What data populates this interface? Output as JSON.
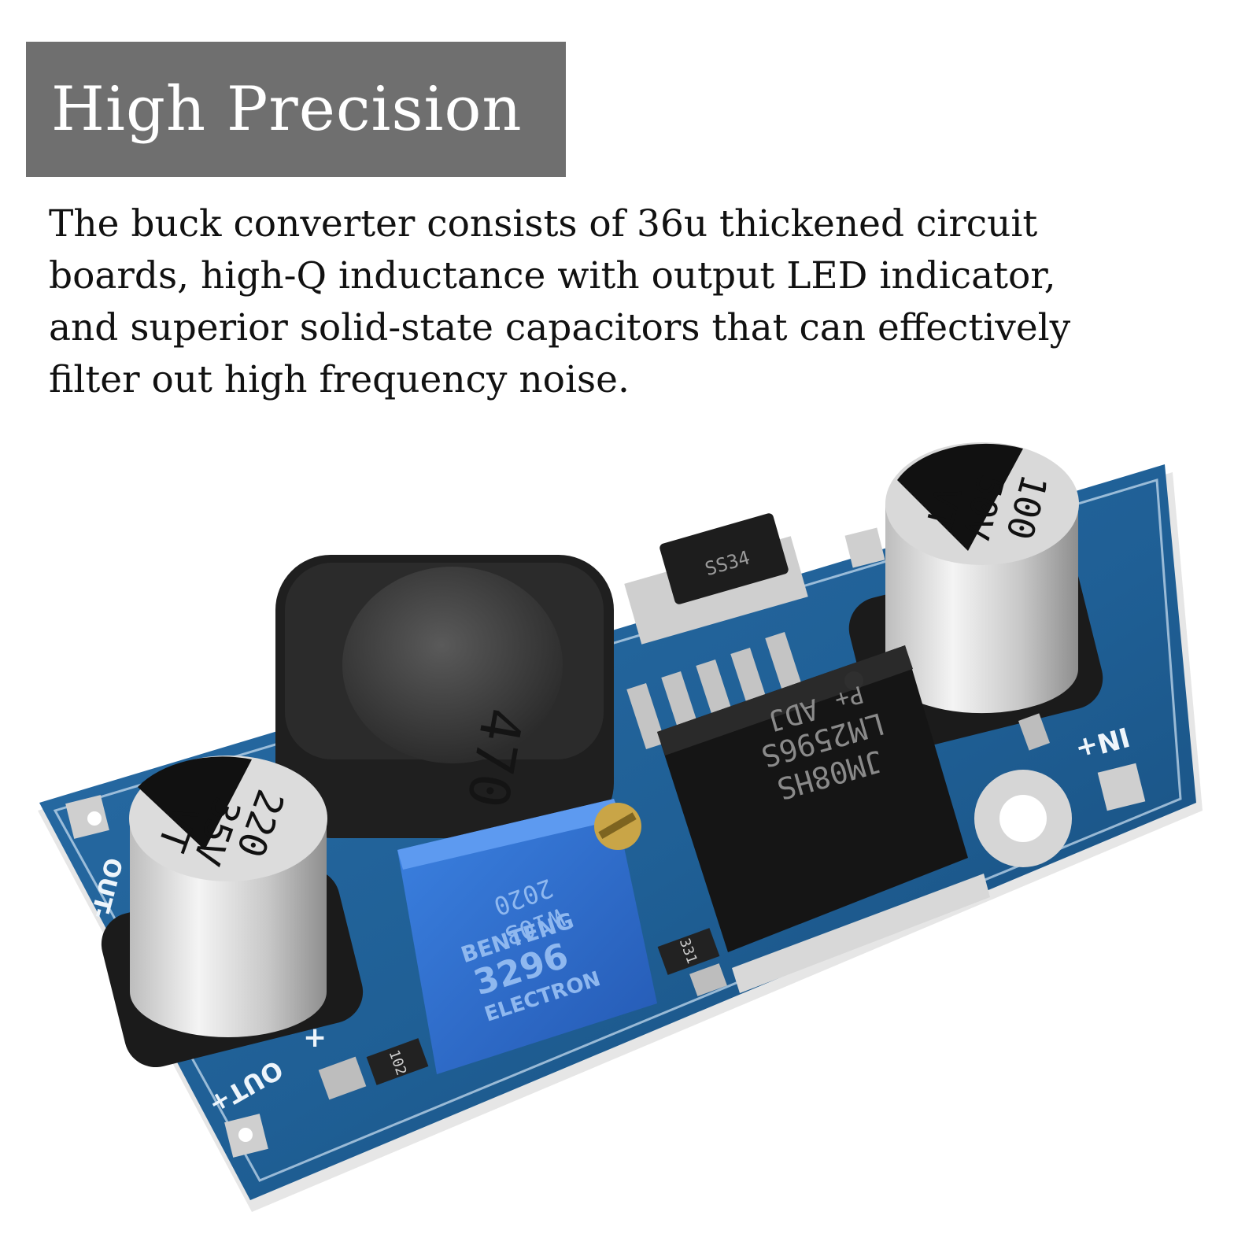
{
  "banner": {
    "title": "High Precision"
  },
  "description": {
    "lines": [
      "The buck converter consists of 36u thickened circuit",
      "boards, high-Q inductance with output LED indicator,",
      "and superior solid-state capacitors that can effectively",
      "filter out high frequency noise."
    ]
  },
  "board": {
    "colors": {
      "pcb": "#1f5f95",
      "pcb_dark": "#123e66",
      "pad": "#c9c9c9",
      "potentiometer": "#2f6fd0"
    },
    "labels": {
      "in_plus": "IN+",
      "out_minus": "OUT-",
      "out_plus": "OUT+",
      "plus": "+"
    },
    "output_capacitor": {
      "line1": "220",
      "line2": "35V",
      "line3": "VT"
    },
    "input_capacitor": {
      "line1": "100",
      "line2": "50V",
      "line3": "VT"
    },
    "inductor": {
      "marking": "470"
    },
    "regulator_ic": {
      "line1": "JM08HS",
      "line2": "LM2596S",
      "line3": "ADJ",
      "line4": "P+"
    },
    "diode": {
      "marking": "SS34"
    },
    "potentiometer": {
      "line1": "W103",
      "line2": "2020",
      "brand": "BENTENG",
      "model": "3296",
      "maker": "ELECTRON"
    },
    "resistors": {
      "r1": "331",
      "r2": "102"
    }
  }
}
